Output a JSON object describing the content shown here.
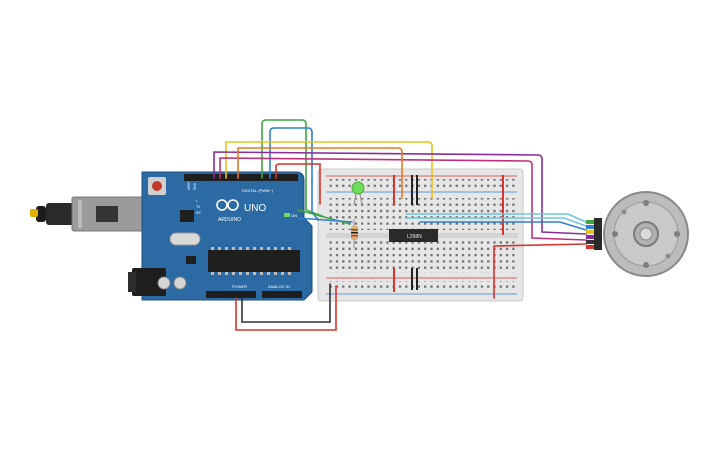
{
  "board": {
    "logo": "ARDUINO",
    "model": "UNO",
    "digital_header": "DIGITAL (PWM~)",
    "power_header": "POWER",
    "analog_header": "ANALOG IN",
    "on_label": "ON",
    "tx_label": "TX",
    "rx_label": "RX",
    "l_label": "L",
    "aref": "AREF",
    "gnd": "GND"
  },
  "driver_chip": {
    "label": "L298N"
  },
  "colors": {
    "board": "#2b6aa3",
    "breadboard": "#e6e6e6",
    "wire_red": "#d9332b",
    "wire_black": "#333333",
    "wire_green": "#3fa63f",
    "wire_blue": "#2f7fd0",
    "wire_yellow": "#e8c21a",
    "wire_purple": "#8a2d9c",
    "wire_magenta": "#c0307a",
    "wire_cyan": "#6cc5e0",
    "led_green": "#6fdc5a",
    "motor_body": "#bcbcbc"
  },
  "icons": [
    "usb-plug-icon",
    "dc-jack-icon",
    "reset-button-icon",
    "infinity-logo-icon",
    "dc-motor-encoder-icon"
  ]
}
